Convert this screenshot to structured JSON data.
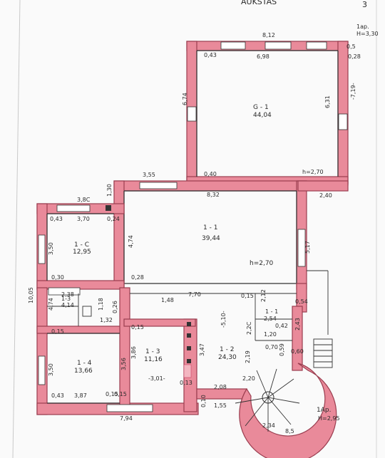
{
  "header": {
    "title": "AUKSTAS",
    "page_number": "3"
  },
  "annotations": {
    "top_level": "1ap.",
    "top_height": "H=3,30",
    "bottom_level": "1Ap.",
    "bottom_height": "H=2,95"
  },
  "rooms": [
    {
      "id": "G - 1",
      "area": "44,04",
      "height": "h=2,70"
    },
    {
      "id": "1 - 1",
      "area": "39,44",
      "height": "h=2,70"
    },
    {
      "id": "1 - C",
      "area": "12,95"
    },
    {
      "id": "1-3",
      "area": "4,14"
    },
    {
      "id": "1 - 4",
      "area": "13,66"
    },
    {
      "id": "1 - 3",
      "area": "11,16"
    },
    {
      "id": "1 - 2",
      "area": "24,30"
    },
    {
      "id": "1 - 1",
      "area": "2,54"
    }
  ],
  "dimensions": {
    "g_top": "8,12",
    "g_inner": "6,98",
    "g_left_thk": "0,43",
    "g_right_thk": "0,28",
    "g_top_right": "0,5",
    "g_left_h": "6,74",
    "g_right_h": "6,31",
    "g_outer_h": "-7,19-",
    "g_bottom_thk": "0,40",
    "left_ext": "3,55",
    "right_ext": "2,40",
    "mid_wall": "1,30",
    "main_top": "8,32",
    "room_c_top": "3,8C",
    "room_c_thk": "0,43",
    "room_c_inner": "3,70",
    "room_c_right": "0,24",
    "room_c_h": "3,50",
    "main_h": "4,74",
    "main_right_h": "5,17",
    "room_c_bot": "0,30",
    "main_bot": "0,28",
    "left_total": "10,05",
    "corr_w": "7,70",
    "corr_a": "0,15",
    "small_2_12": "2,12",
    "small_54": "0,54",
    "small_238": "2,38",
    "small_474": "4,74",
    "small_118": "1,18",
    "small_026": "0,26",
    "small_132": "1,32",
    "small_148": "1,48",
    "small_015": "0,15",
    "small_015b": "0,15",
    "small_0815": "0,15",
    "small_586": "3,86",
    "small_356": "3,56",
    "small_301": "-3,01-",
    "small_347": "3,47",
    "corr_h": "-5,10-",
    "small_22c": "2,2C",
    "small_042": "0,42",
    "small_120": "1,20",
    "small_070": "0,70",
    "small_243": "2,43",
    "small_219": "2,19",
    "small_059": "0,59",
    "small_060": "0,60",
    "room4_h": "3,50",
    "room4_w": "3,87",
    "room4_thk": "0,43",
    "room4_right": "0,15",
    "bottom_total": "7,94",
    "stair_w": "2,08",
    "stair_r": "2,20",
    "bottom_010": "0,10",
    "bottom_155": "1,55",
    "stair_bot": "2,34",
    "stair_bot2": "8,5",
    "bottom_013": "0,13"
  }
}
